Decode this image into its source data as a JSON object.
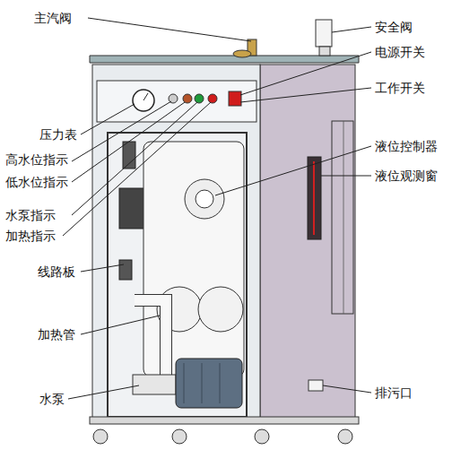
{
  "diagram": {
    "labels": [
      "主汽阀",
      "安全阀",
      "电源开关",
      "工作开关",
      "压力表",
      "高水位指示",
      "低水位指示",
      "液位控制器",
      "液位观测窗",
      "水泵指示",
      "加热指示",
      "线路板",
      "加热管",
      "水泵",
      "排污口"
    ]
  }
}
